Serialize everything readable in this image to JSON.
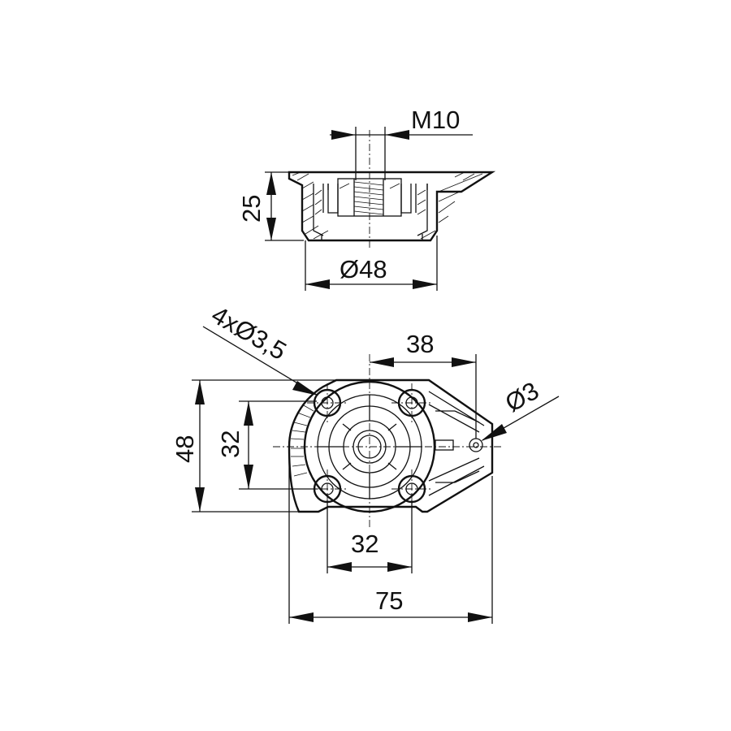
{
  "top_view": {
    "thread_label": "M10",
    "height_label": "25",
    "diameter_label": "Ø48"
  },
  "front_view": {
    "holes_label": "4xØ3,5",
    "offset_label": "38",
    "small_hole_label": "Ø3",
    "total_height_label": "48",
    "hole_spacing_vertical_label": "32",
    "hole_spacing_horizontal_label": "32",
    "total_width_label": "75"
  }
}
